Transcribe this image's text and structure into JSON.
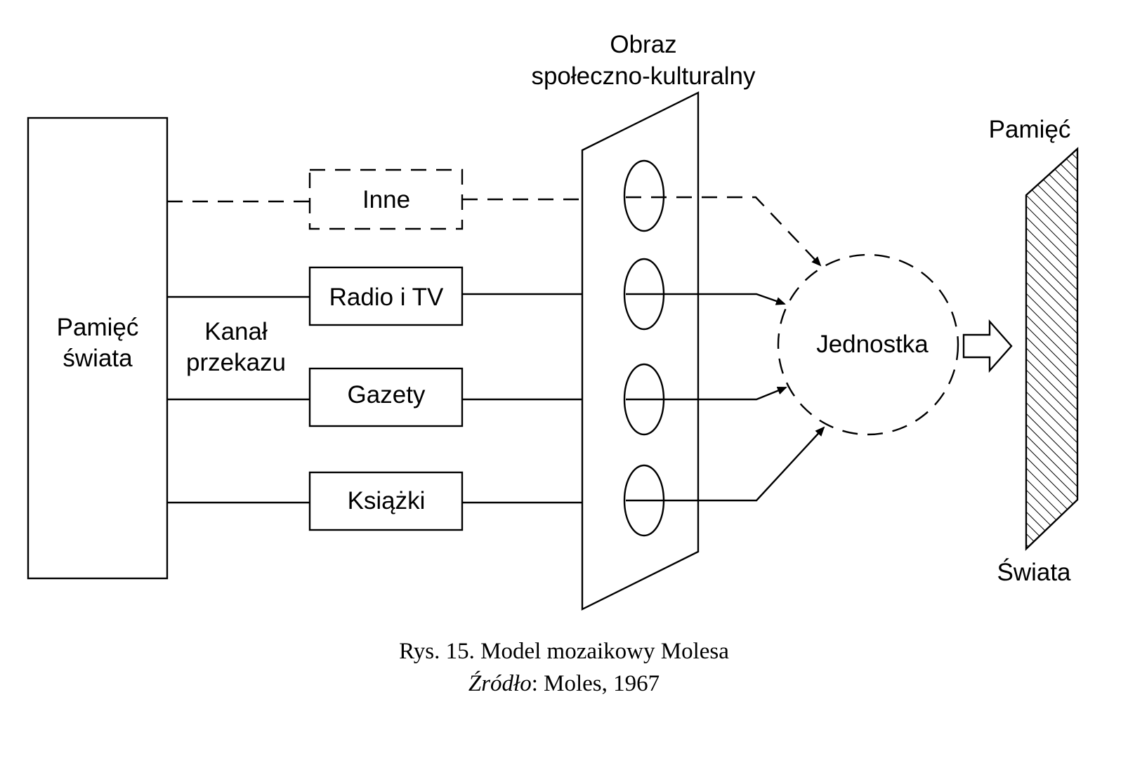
{
  "left_block": {
    "line1": "Pamięć",
    "line2": "świata"
  },
  "channel_label": {
    "line1": "Kanał",
    "line2": "przekazu"
  },
  "media": {
    "other": "Inne",
    "radio_tv": "Radio i TV",
    "newspapers": "Gazety",
    "books": "Książki"
  },
  "filter_title": {
    "line1": "Obraz",
    "line2": "społeczno-kulturalny"
  },
  "individual": "Jednostka",
  "right_memory": {
    "top": "Pamięć",
    "bottom": "Świata"
  },
  "caption": {
    "title": "Rys. 15.  Model mozaikowy Molesa",
    "source_label": "Źródło",
    "source_text": ": Moles, 1967"
  }
}
